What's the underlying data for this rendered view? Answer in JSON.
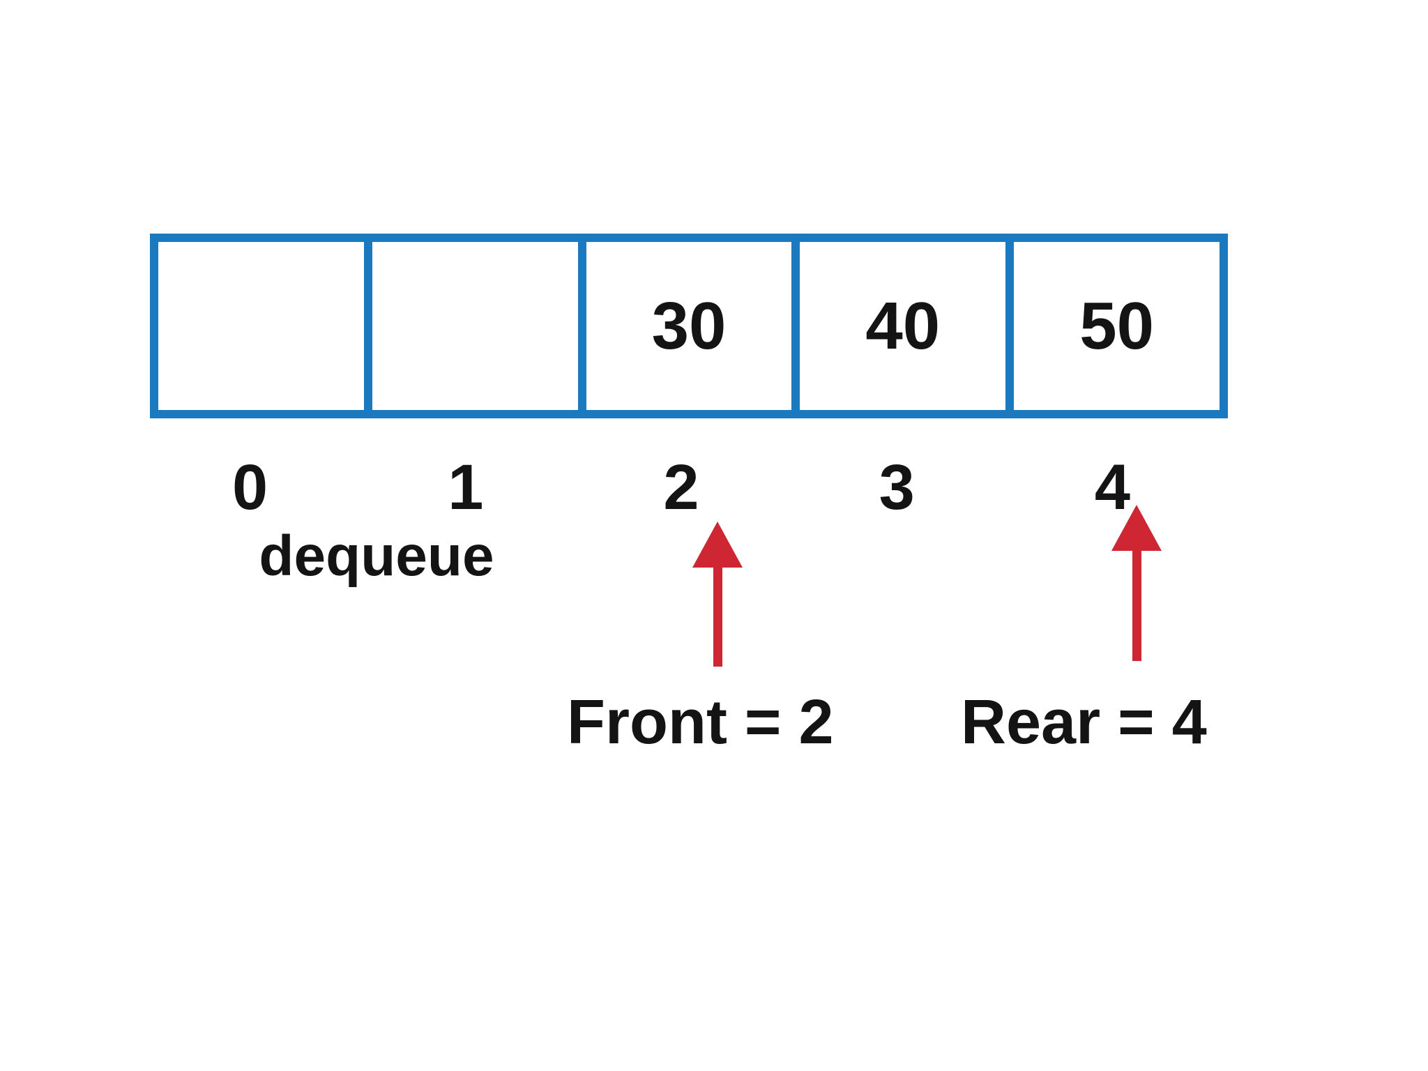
{
  "queue": {
    "cells": [
      {
        "index": "0",
        "value": ""
      },
      {
        "index": "1",
        "value": ""
      },
      {
        "index": "2",
        "value": "30"
      },
      {
        "index": "3",
        "value": "40"
      },
      {
        "index": "4",
        "value": "50"
      }
    ],
    "operation_label": "dequeue",
    "front_pointer": {
      "label": "Front = 2",
      "target_index": "2",
      "icon": "arrow-up-icon"
    },
    "rear_pointer": {
      "label": "Rear = 4",
      "target_index": "4",
      "icon": "arrow-up-icon"
    },
    "colors": {
      "cell_border": "#1b79c0",
      "arrow": "#ce2733",
      "text": "#141414",
      "background": "#ffffff"
    }
  }
}
